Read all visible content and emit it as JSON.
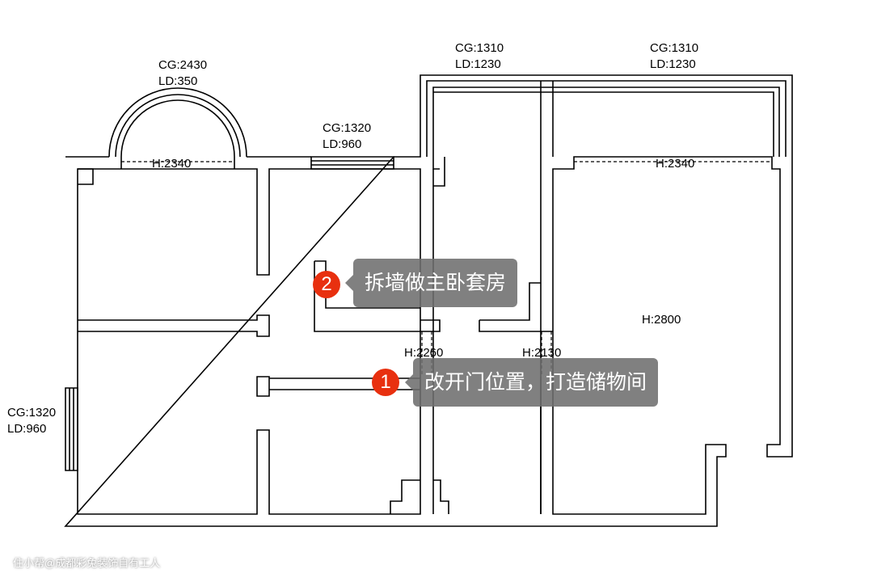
{
  "labels": {
    "balcony_arc": {
      "cg": "CG:2430",
      "ld": "LD:350"
    },
    "window_top_mid": {
      "cg": "CG:1320",
      "ld": "LD:960"
    },
    "window_top_center": {
      "cg": "CG:1310",
      "ld": "LD:1230"
    },
    "window_top_right": {
      "cg": "CG:1310",
      "ld": "LD:1230"
    },
    "window_left": {
      "cg": "CG:1320",
      "ld": "LD:960"
    },
    "h_left": "H:2340",
    "h_right": "H:2340",
    "h_room": "H:2800",
    "h_door1": "H:2260",
    "h_door2": "H:2130"
  },
  "callouts": [
    {
      "number": "1",
      "text": "改开门位置，打造储物间",
      "badge_color": "#e8300f"
    },
    {
      "number": "2",
      "text": "拆墙做主卧套房",
      "badge_color": "#e8300f"
    }
  ],
  "watermark": "住小帮@成都彩兔装饰自有工人"
}
